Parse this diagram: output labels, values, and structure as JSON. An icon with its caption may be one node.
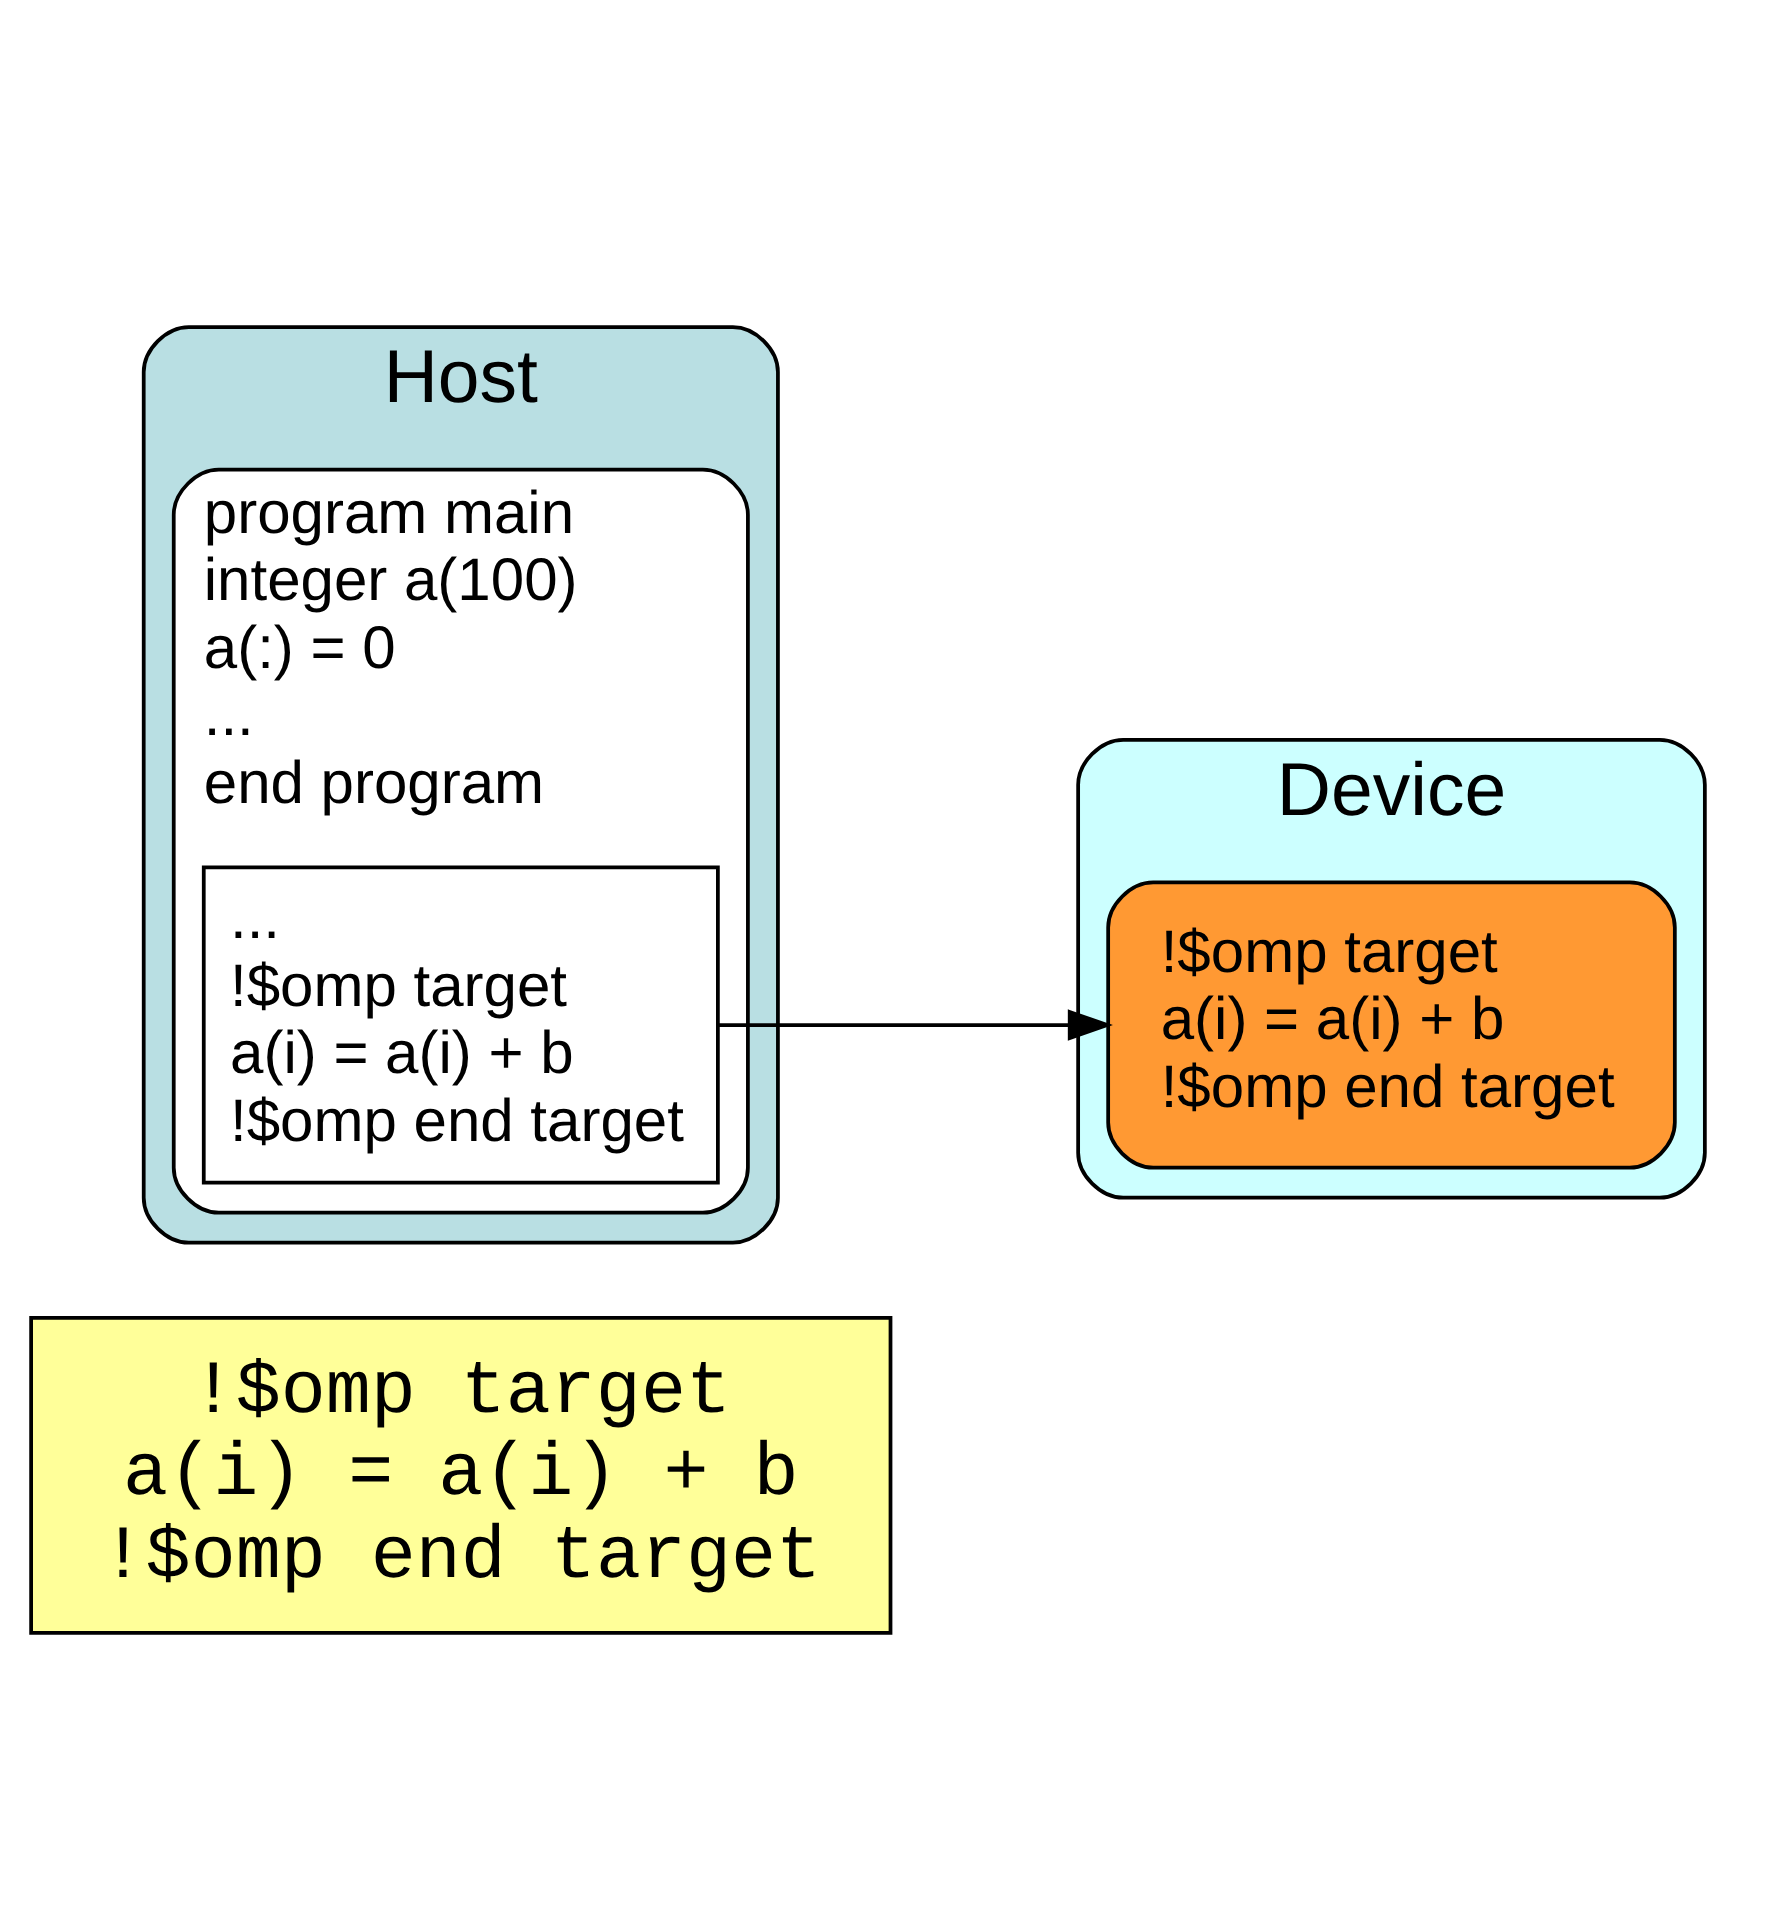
{
  "diagram": {
    "nodes": [
      {
        "text": [
          "!$omp target",
          "a(i) = a(i) + b",
          "!$omp end target"
        ]
      },
      {
        "text": [
          "Host"
        ]
      },
      {
        "text": [
          "program main",
          "integer a(100)",
          "a(:) = 0",
          "...",
          "end program"
        ],
        "in": 1
      },
      {
        "text": [
          "...",
          "!$omp target",
          "a(i) = a(i) + b",
          "!$omp end target"
        ],
        "in": 2
      },
      {
        "text": [
          "Device"
        ]
      },
      {
        "text": [
          "!$omp target",
          "a(i) = a(i) + b",
          "!$omp end target"
        ],
        "in": 4
      }
    ],
    "edges": [
      {
        "from": 3,
        "to": 5,
        "arrow": "to"
      }
    ]
  }
}
